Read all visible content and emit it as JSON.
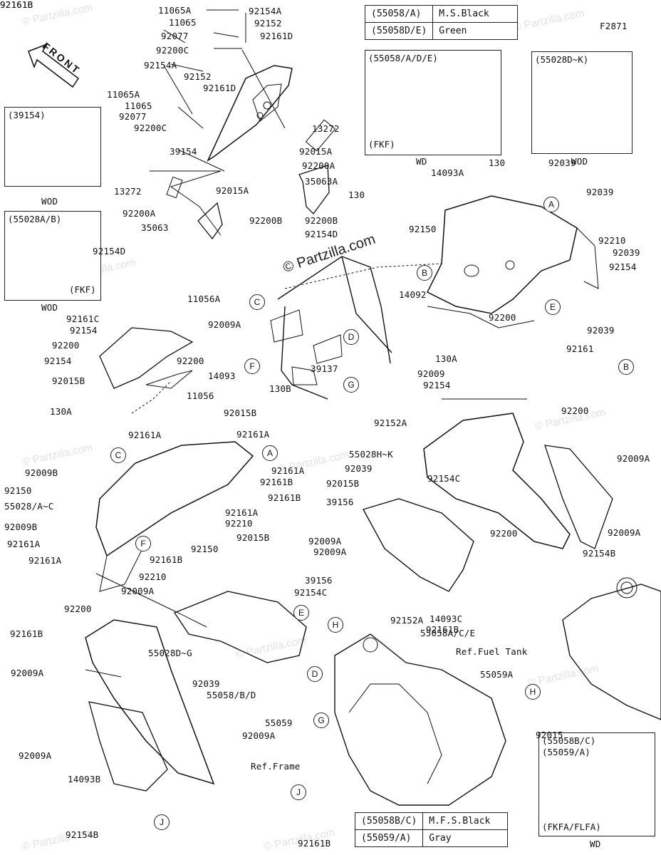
{
  "figure_code": "F2871",
  "front_label": "FRONT",
  "watermark": "© Partzilla.com",
  "watermark_main": "© Partzilla.com",
  "color_table_top": [
    {
      "code": "(55058/A)",
      "color": "M.S.Black"
    },
    {
      "code": "(55058D/E)",
      "color": "Green"
    }
  ],
  "color_table_bottom": [
    {
      "code": "(55058B/C)",
      "color": "M.F.S.Black"
    },
    {
      "code": "(55059/A)",
      "color": "Gray"
    }
  ],
  "insets": [
    {
      "title": "(39154)",
      "footer": "WOD"
    },
    {
      "title": "(55028A/B)",
      "note": "(FKF)",
      "footer": "WOD"
    },
    {
      "title": "(55058/A/D/E)",
      "note": "(FKF)",
      "footer": "WD"
    },
    {
      "title": "(55028D~K)",
      "footer": "WOD"
    },
    {
      "title": "(55058B/C)",
      "title2": "(55059/A)",
      "note": "(FKFA/FLFA)",
      "footer": "WD"
    }
  ],
  "ref_labels": [
    "Ref.Fuel Tank",
    "Ref.Frame"
  ],
  "callouts": [
    "A",
    "A",
    "B",
    "B",
    "C",
    "C",
    "D",
    "D",
    "E",
    "E",
    "F",
    "F",
    "G",
    "G",
    "H",
    "H",
    "J",
    "J"
  ],
  "parts": [
    "11065A",
    "11065",
    "92077",
    "92200C",
    "92154A",
    "92152",
    "92161D",
    "92154A",
    "92152",
    "92161D",
    "11065A",
    "11065",
    "92077",
    "92200C",
    "39154",
    "13272",
    "92015A",
    "92200A",
    "35063A",
    "130",
    "92200B",
    "92154D",
    "13272",
    "92015A",
    "92200A",
    "92200B",
    "35063",
    "92154D",
    "130",
    "14093A",
    "92039",
    "92039",
    "92150",
    "92210",
    "92039",
    "92154",
    "92200",
    "14092",
    "130A",
    "92039",
    "92161",
    "92009",
    "92154",
    "92200",
    "11056A",
    "92161C",
    "92154",
    "92200",
    "92154",
    "92200",
    "92015B",
    "14093",
    "11056",
    "92009A",
    "39137",
    "130B",
    "130A",
    "92015B",
    "92161A",
    "92161A",
    "92009B",
    "92161A",
    "92161B",
    "92161B",
    "92150",
    "55028/A~C",
    "92009B",
    "92161A",
    "92161A",
    "92210",
    "92161A",
    "92161B",
    "92210",
    "92150",
    "92015B",
    "92009A",
    "39156",
    "92154C",
    "92200",
    "92161B",
    "55028D~G",
    "92009A",
    "92039",
    "55058/B/D",
    "55059",
    "92009A",
    "92009A",
    "14093B",
    "92154B",
    "92152A",
    "55028H~K",
    "92039",
    "92015B",
    "39156",
    "92009A",
    "92009A",
    "92154C",
    "92200",
    "92009A",
    "92009A",
    "92154B",
    "92152A",
    "14093C",
    "92161B",
    "55058A/C/E",
    "55059A",
    "92015",
    "92161B",
    "92161B",
    "92161B"
  ]
}
